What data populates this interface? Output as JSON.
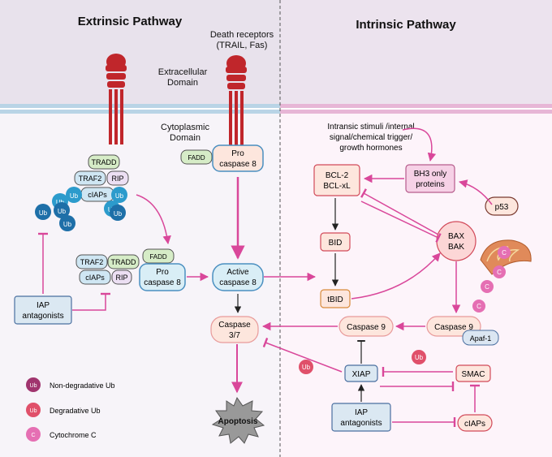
{
  "headers": {
    "extrinsic": "Extrinsic Pathway",
    "intrinsic": "Intrinsic Pathway"
  },
  "membrane": {
    "death_receptors_line1": "Death receptors",
    "death_receptors_line2": "(TRAIL, Fas)",
    "extracellular_line1": "Extracellular",
    "extracellular_line2": "Domain",
    "cytoplasmic_line1": "Cytoplasmic",
    "cytoplasmic_line2": "Domain"
  },
  "extrinsic": {
    "tradd": "TRADD",
    "traf2": "TRAF2",
    "rip": "RIP",
    "ciaps": "cIAPs",
    "ub": "Ub",
    "fadd": "FADD",
    "pro_caspase8_line1": "Pro",
    "pro_caspase8_line2": "caspase 8",
    "iap_antagonists_line1": "IAP",
    "iap_antagonists_line2": "antagonists",
    "active_caspase8_line1": "Active",
    "active_caspase8_line2": "caspase 8",
    "caspase37_line1": "Caspase",
    "caspase37_line2": "3/7",
    "apoptosis": "Apoptosis"
  },
  "intrinsic": {
    "stimuli_line1": "Intransic stimuli /internal",
    "stimuli_line2": "signal/chemical trigger/",
    "stimuli_line3": "growth hormones",
    "bcl2_line1": "BCL-2",
    "bcl2_line2": "BCL-xL",
    "bh3_line1": "BH3 only",
    "bh3_line2": "proteins",
    "p53": "p53",
    "bax_line1": "BAX",
    "bax_line2": "BAK",
    "bid": "BID",
    "tbid": "tBID",
    "c": "C",
    "caspase9": "Caspase 9",
    "apaf1": "Apaf-1",
    "xiap": "XIAP",
    "smac": "SMAC",
    "ub": "Ub",
    "iap_antagonists_line1": "IAP",
    "iap_antagonists_line2": "antagonists",
    "ciaps": "cIAPs"
  },
  "legend": [
    {
      "symbol": "Ub",
      "label": "Non-degradative Ub",
      "color": "#a0346e"
    },
    {
      "symbol": "Ub",
      "label": "Degradative Ub",
      "color": "#e0506a"
    },
    {
      "symbol": "C",
      "label": "Cytochrome C",
      "color": "#e56fb3"
    }
  ],
  "colors": {
    "arrow": "#d9479a",
    "receptor": "#c0262b",
    "ub_dark": "#1e6fa8",
    "ub_light": "#2c9bcc",
    "extracellular_bg": "#e8e2ec",
    "cytoplasm_bg": "#f7f4f9",
    "intrinsic_bg": "#fdf4fa"
  }
}
